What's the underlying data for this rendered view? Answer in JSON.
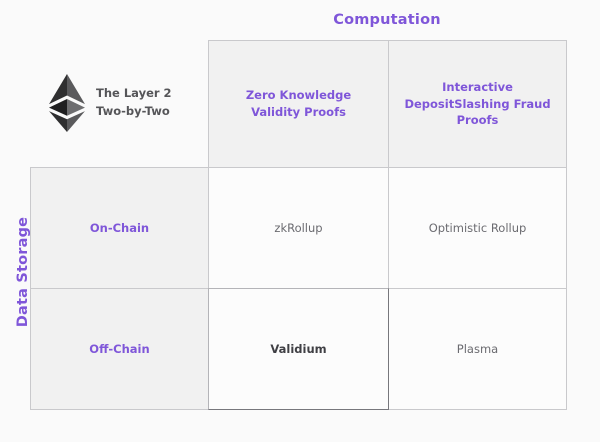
{
  "axes": {
    "column_axis_label": "Computation",
    "row_axis_label": "Data Storage",
    "accent_color": "#7f56d9"
  },
  "brand": {
    "logo_icon": "ethereum-logo",
    "line1": "The Layer 2",
    "line2": "Two-by-Two"
  },
  "matrix": {
    "column_headers": [
      {
        "line1": "Zero Knowledge",
        "line2": "Validity Proofs"
      },
      {
        "line1": "Interactive",
        "line2": "DepositSlashing Fraud",
        "line3": "Proofs"
      }
    ],
    "row_headers": [
      "On-Chain",
      "Off-Chain"
    ],
    "rows": [
      {
        "label": "On-Chain",
        "cells": [
          {
            "label": "zkRollup",
            "emphasis": false
          },
          {
            "label": "Optimistic Rollup",
            "emphasis": false
          }
        ]
      },
      {
        "label": "Off-Chain",
        "cells": [
          {
            "label": "Validium",
            "emphasis": true
          },
          {
            "label": "Plasma",
            "emphasis": false
          }
        ]
      }
    ]
  },
  "chart_data": {
    "type": "table",
    "title": "The Layer 2 Two-by-Two",
    "xlabel": "Computation",
    "ylabel": "Data Storage",
    "columns": [
      "Zero Knowledge Validity Proofs",
      "Interactive DepositSlashing Fraud Proofs"
    ],
    "rows": [
      "On-Chain",
      "Off-Chain"
    ],
    "values": [
      [
        "zkRollup",
        "Optimistic Rollup"
      ],
      [
        "Validium",
        "Plasma"
      ]
    ],
    "highlighted_cell": "Validium"
  }
}
